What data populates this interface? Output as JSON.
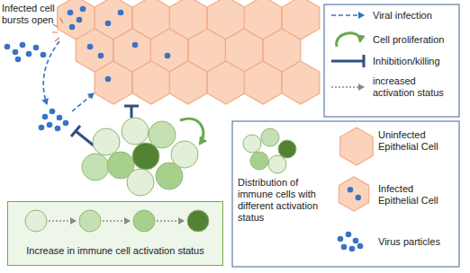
{
  "diagram": {
    "nodes": [
      {
        "text": [
          "Increase in immune cell activation status"
        ]
      }
    ],
    "labels": [
      "Infected cell bursts open"
    ],
    "legend": [
      {
        "text": "Viral infection"
      },
      {
        "text": "Cell proliferation"
      },
      {
        "text": "Inhibition/killing"
      },
      {
        "text": "increased activation status"
      },
      {
        "text": "Uninfected Epithelial Cell",
        "color": "#fbd3bb"
      },
      {
        "text": "Distribution of immune cells with different activation status"
      },
      {
        "text": "Infected Epithelial Cell"
      },
      {
        "text": "Virus particles"
      }
    ]
  }
}
